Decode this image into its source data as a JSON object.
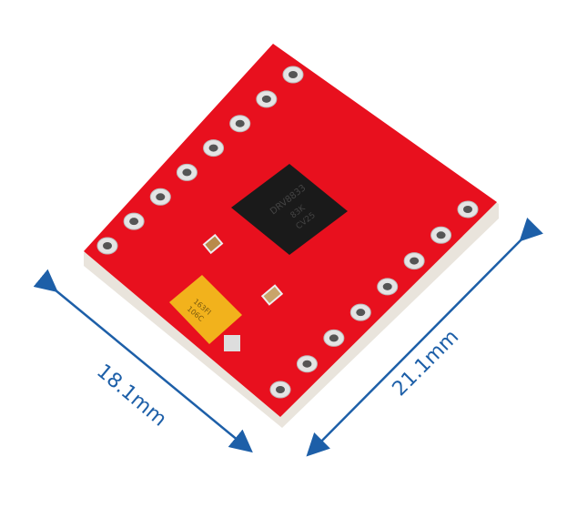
{
  "dimensions": {
    "width_label": "18.1mm",
    "length_label": "21.1mm"
  },
  "chip_marking": [
    "DRV8833",
    "83K",
    "CV25"
  ],
  "capacitor_marking": [
    "106C",
    "163FI"
  ],
  "colors": {
    "board": "#e8101e",
    "arrow": "#1d5fa8",
    "chip": "#1a1a1a",
    "capacitor": "#f2b21c"
  }
}
